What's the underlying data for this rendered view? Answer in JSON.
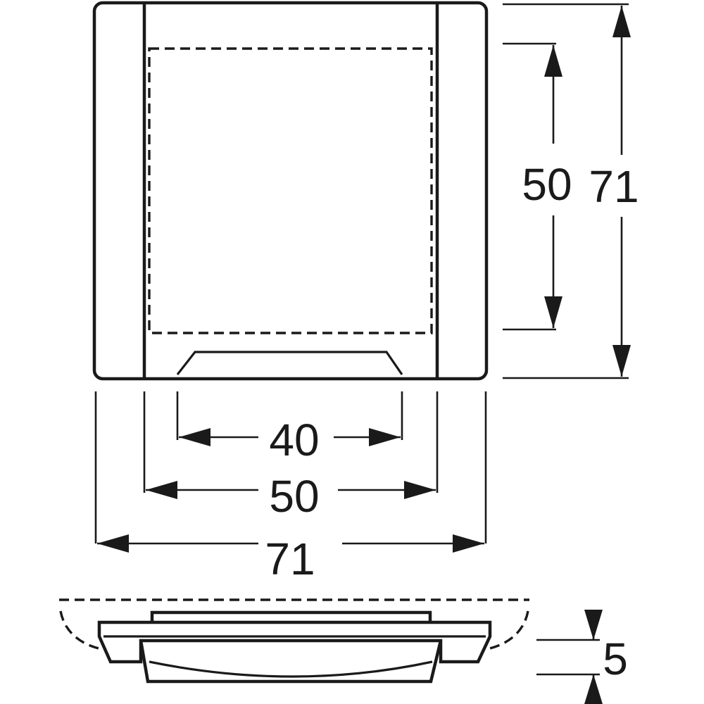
{
  "drawing": {
    "dimensions": {
      "inner_width": "40",
      "frame_opening_width": "50",
      "outer_width": "71",
      "frame_opening_height": "50",
      "outer_height": "71",
      "depth": "5"
    },
    "colors": {
      "line": "#1a1a1a",
      "background": "#ffffff"
    }
  }
}
